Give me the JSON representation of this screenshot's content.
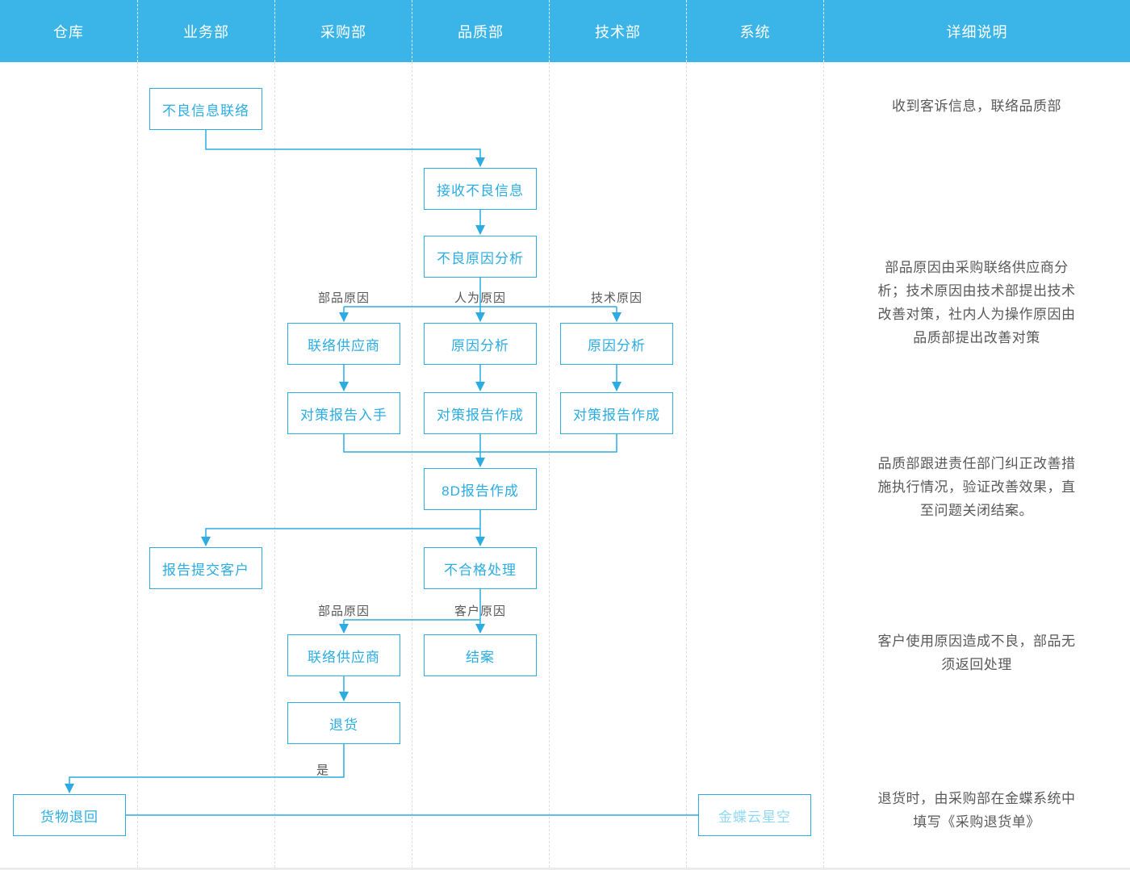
{
  "header": {
    "columns": [
      "仓库",
      "业务部",
      "采购部",
      "品质部",
      "技术部",
      "系统",
      "详细说明"
    ]
  },
  "nodes": {
    "bad_info_contact": "不良信息联络",
    "receive_bad_info": "接收不良信息",
    "bad_cause_analysis": "不良原因分析",
    "contact_supplier_1": "联络供应商",
    "cause_analysis_human": "原因分析",
    "cause_analysis_tech": "原因分析",
    "report_obtain": "对策报告入手",
    "report_create_human": "对策报告作成",
    "report_create_tech": "对策报告作成",
    "report_8d": "8D报告作成",
    "submit_report_customer": "报告提交客户",
    "nonconforming_handle": "不合格处理",
    "contact_supplier_2": "联络供应商",
    "close_case": "结案",
    "return_goods": "退货",
    "goods_returned": "货物退回",
    "kingdee_cloud": "金蝶云星空"
  },
  "edge_labels": {
    "parts_cause_1": "部品原因",
    "human_cause": "人为原因",
    "tech_cause": "技术原因",
    "parts_cause_2": "部品原因",
    "customer_cause": "客户原因",
    "yes": "是"
  },
  "notes": {
    "note_1": [
      "收到客诉信息，联络品质部"
    ],
    "note_2": [
      "部品原因由采购联络供应商分",
      "析；技术原因由技术部提出技术",
      "改善对策，社内人为操作原因由",
      "品质部提出改善对策"
    ],
    "note_3": [
      "品质部跟进责任部门纠正改善措",
      "施执行情况，验证改善效果，直",
      "至问题关闭结案。"
    ],
    "note_4": [
      "客户使用原因造成不良，部品无",
      "须返回处理"
    ],
    "note_5": [
      "退货时，由采购部在金蝶系统中",
      "填写《采购退货单》"
    ]
  },
  "colors": {
    "header_bg": "#3bb4e7",
    "accent_blue": "#2bace2",
    "light_blue_text": "#8fd9f7",
    "note_gray": "#595959",
    "divider_gray": "#dedede"
  }
}
